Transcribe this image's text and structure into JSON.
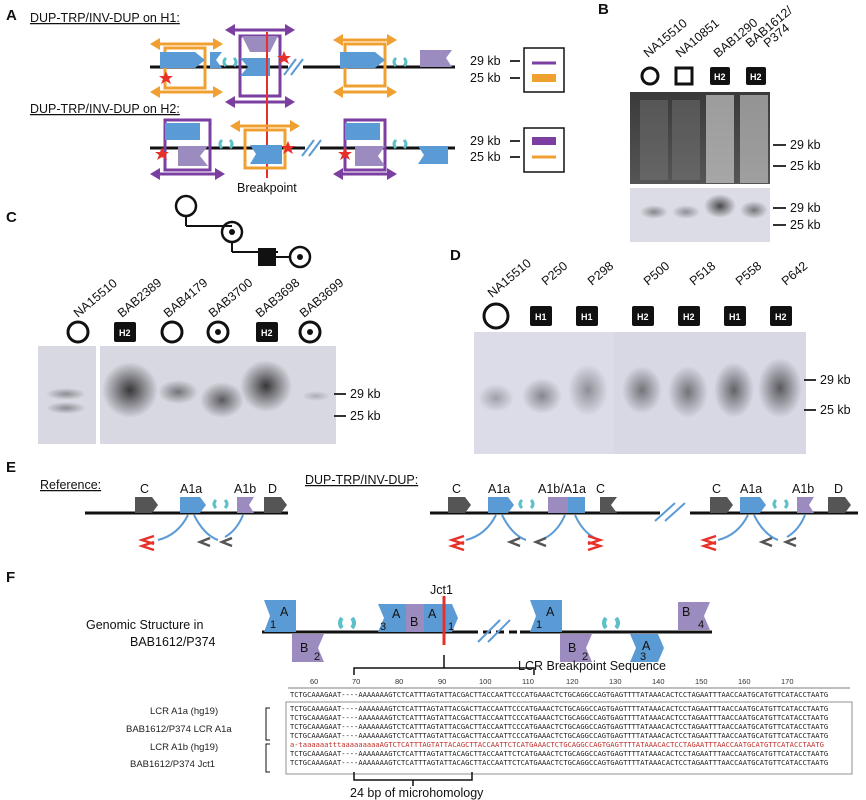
{
  "panels": [
    "A",
    "B",
    "C",
    "D",
    "E",
    "F"
  ],
  "panel_a": {
    "title_h1": "DUP-TRP/INV-DUP on H1:",
    "title_h2": "DUP-TRP/INV-DUP on H2:",
    "size_29": "29 kb",
    "size_25": "25 kb",
    "breakpoint": "Breakpoint"
  },
  "panel_b": {
    "samples": [
      "NA15510",
      "NA10851",
      "BAB1290",
      "BAB1612/",
      "P374"
    ],
    "badge": "H2",
    "size_29": "29 kb",
    "size_25": "25 kb"
  },
  "panel_c": {
    "samples": [
      "NA15510",
      "BAB2389",
      "BAB4179",
      "BAB3700",
      "BAB3698",
      "BAB3699"
    ],
    "badge": "H2",
    "size_29": "29 kb",
    "size_25": "25 kb"
  },
  "panel_d": {
    "samples": [
      "NA15510",
      "P250",
      "P298",
      "P500",
      "P518",
      "P558",
      "P642"
    ],
    "haplotypes": [
      "H1",
      "H1",
      "H2",
      "H2",
      "H1",
      "H2"
    ],
    "size_29": "29 kb",
    "size_25": "25 kb"
  },
  "panel_e": {
    "reference_title": "Reference:",
    "dup_title": "DUP-TRP/INV-DUP:",
    "ref_labels": [
      "C",
      "A1a",
      "A1b",
      "D"
    ],
    "dup_labels": [
      "C",
      "A1a",
      "A1b/A1a",
      "C",
      "C",
      "A1a",
      "A1b",
      "D"
    ]
  },
  "panel_f": {
    "genomic_title": "Genomic Structure in",
    "genomic_sample": "BAB1612/P374",
    "jct": "Jct1",
    "breakpoint_title": "LCR Breakpoint Sequence",
    "box_letters": [
      "A",
      "1",
      "B",
      "2",
      "A",
      "3",
      "B",
      "A",
      "1",
      "A",
      "1",
      "B",
      "2",
      "A",
      "3",
      "B",
      "4"
    ],
    "ruler": [
      "60",
      "70",
      "80",
      "90",
      "100",
      "110",
      "120",
      "130",
      "140",
      "150",
      "160",
      "170"
    ],
    "seq_labels": [
      "LCR A1a (hg19)",
      "BAB1612/P374 LCR A1a",
      "LCR A1b (hg19)",
      "BAB1612/P374 Jct1"
    ],
    "sequences": [
      "TCTGCAAAGAAT----AAAAAAAGTCTCATTTAGTATTACGACTTACCAATTCCCATGAAACTCTGCAGGCCAGTGAGTTTTATAAACACTCCTAGAATTTAACCAATGCATGTTCATACCTAATG",
      "TCTGCAAAGAAT----AAAAAAAGTCTCATTTAGTATTACGACTTACCAATTCCCATGAAACTCTGCAGGCCAGTGAGTTTTATAAACACTCCTAGAATTTAACCAATGCATGTTCATACCTAATG",
      "TCTGCAAAGAAT----AAAAAAAGTCTCATTTAGTATTACGACTTACCAATTCCCATGAAACTCTGCAGGCCAGTGAGTTTTATAAACACTCCTAGAATTTAACCAATGCATGTTCATACCTAATG",
      "TCTGCAAAGAAT----AAAAAAAGTCTCATTTAGTATTACGACTTACCAATTCCCATGAAACTCTGCAGGCCAGTGAGTTTTATAAACACTCCTAGAATTTAACCAATGCATGTTCATACCTAATG",
      "TCTGCAAAGAAT----AAAAAAAGTCTCATTTAGTATTACGACTTACCAATTCCCATGAAACTCTGCAGGCCAGTGAGTTTTATAAACACTCCTAGAATTTAACCAATGCATGTTCATACCTAATG",
      "a-taaaaaatttaaaaaaaaaAGTCTCATTTAGTATTACAGCTTACCAATTCTCATGAAACTCTGCAGGCCAGTGAGTTTTATAAACACTCCTAGAATTTAACCAATGCATGTTCATACCTAATG",
      "TCTGCAAAGAAT----AAAAAAAGTCTCATTTAGTATTACAGCTTACCAATTCTCATGAAACTCTGCAGGCCAGTGAGTTTTATAAACACTCCTAGAATTTAACCAATGCATGTTCATACCTAATG",
      "TCTGCAAAGAAT----AAAAAAAGTCTCATTTAGTATTACAGCTTACCAATTCTCATGAAACTCTGCAGGCCAGTGAGTTTTATAAACACTCCTAGAATTTAACCAATGCATGTTCATACCTAATG"
    ],
    "microhomology": "24 bp of microhomology"
  },
  "colors": {
    "blue": "#5b9bd5",
    "purple": "#9b8bbf",
    "orange": "#f0a030",
    "violet": "#7a3fa0",
    "red": "#e8302a",
    "teal": "#5bc0c8",
    "darkgray": "#555555"
  }
}
